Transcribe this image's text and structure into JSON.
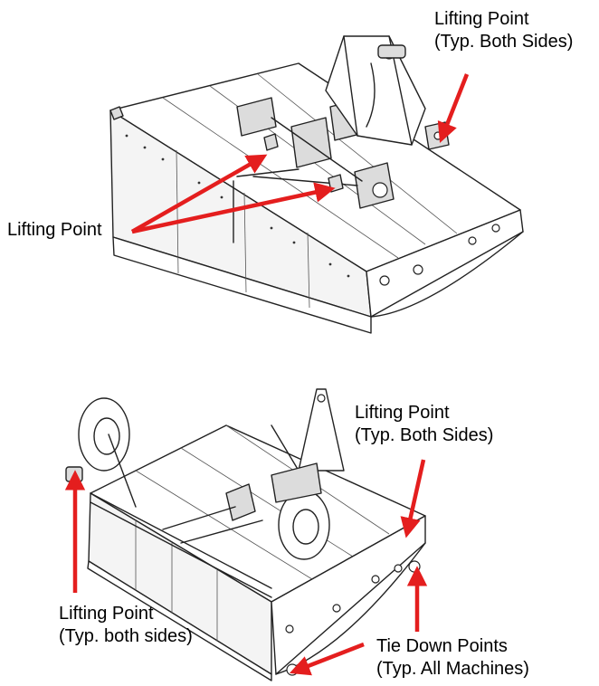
{
  "labels": {
    "top_right": {
      "line1": "Lifting Point",
      "line2": "(Typ. Both Sides)"
    },
    "top_left": {
      "line1": "Lifting Point"
    },
    "bottom_right": {
      "line1": "Lifting Point",
      "line2": "(Typ. Both Sides)"
    },
    "bottom_left": {
      "line1": "Lifting Point",
      "line2": "(Typ. both sides)"
    },
    "tie_down": {
      "line1": "Tie Down Points",
      "line2": "(Typ. All Machines)"
    }
  },
  "colors": {
    "arrow": "#e41e1e",
    "line_art": "#222222",
    "text": "#000000",
    "background": "#ffffff"
  }
}
